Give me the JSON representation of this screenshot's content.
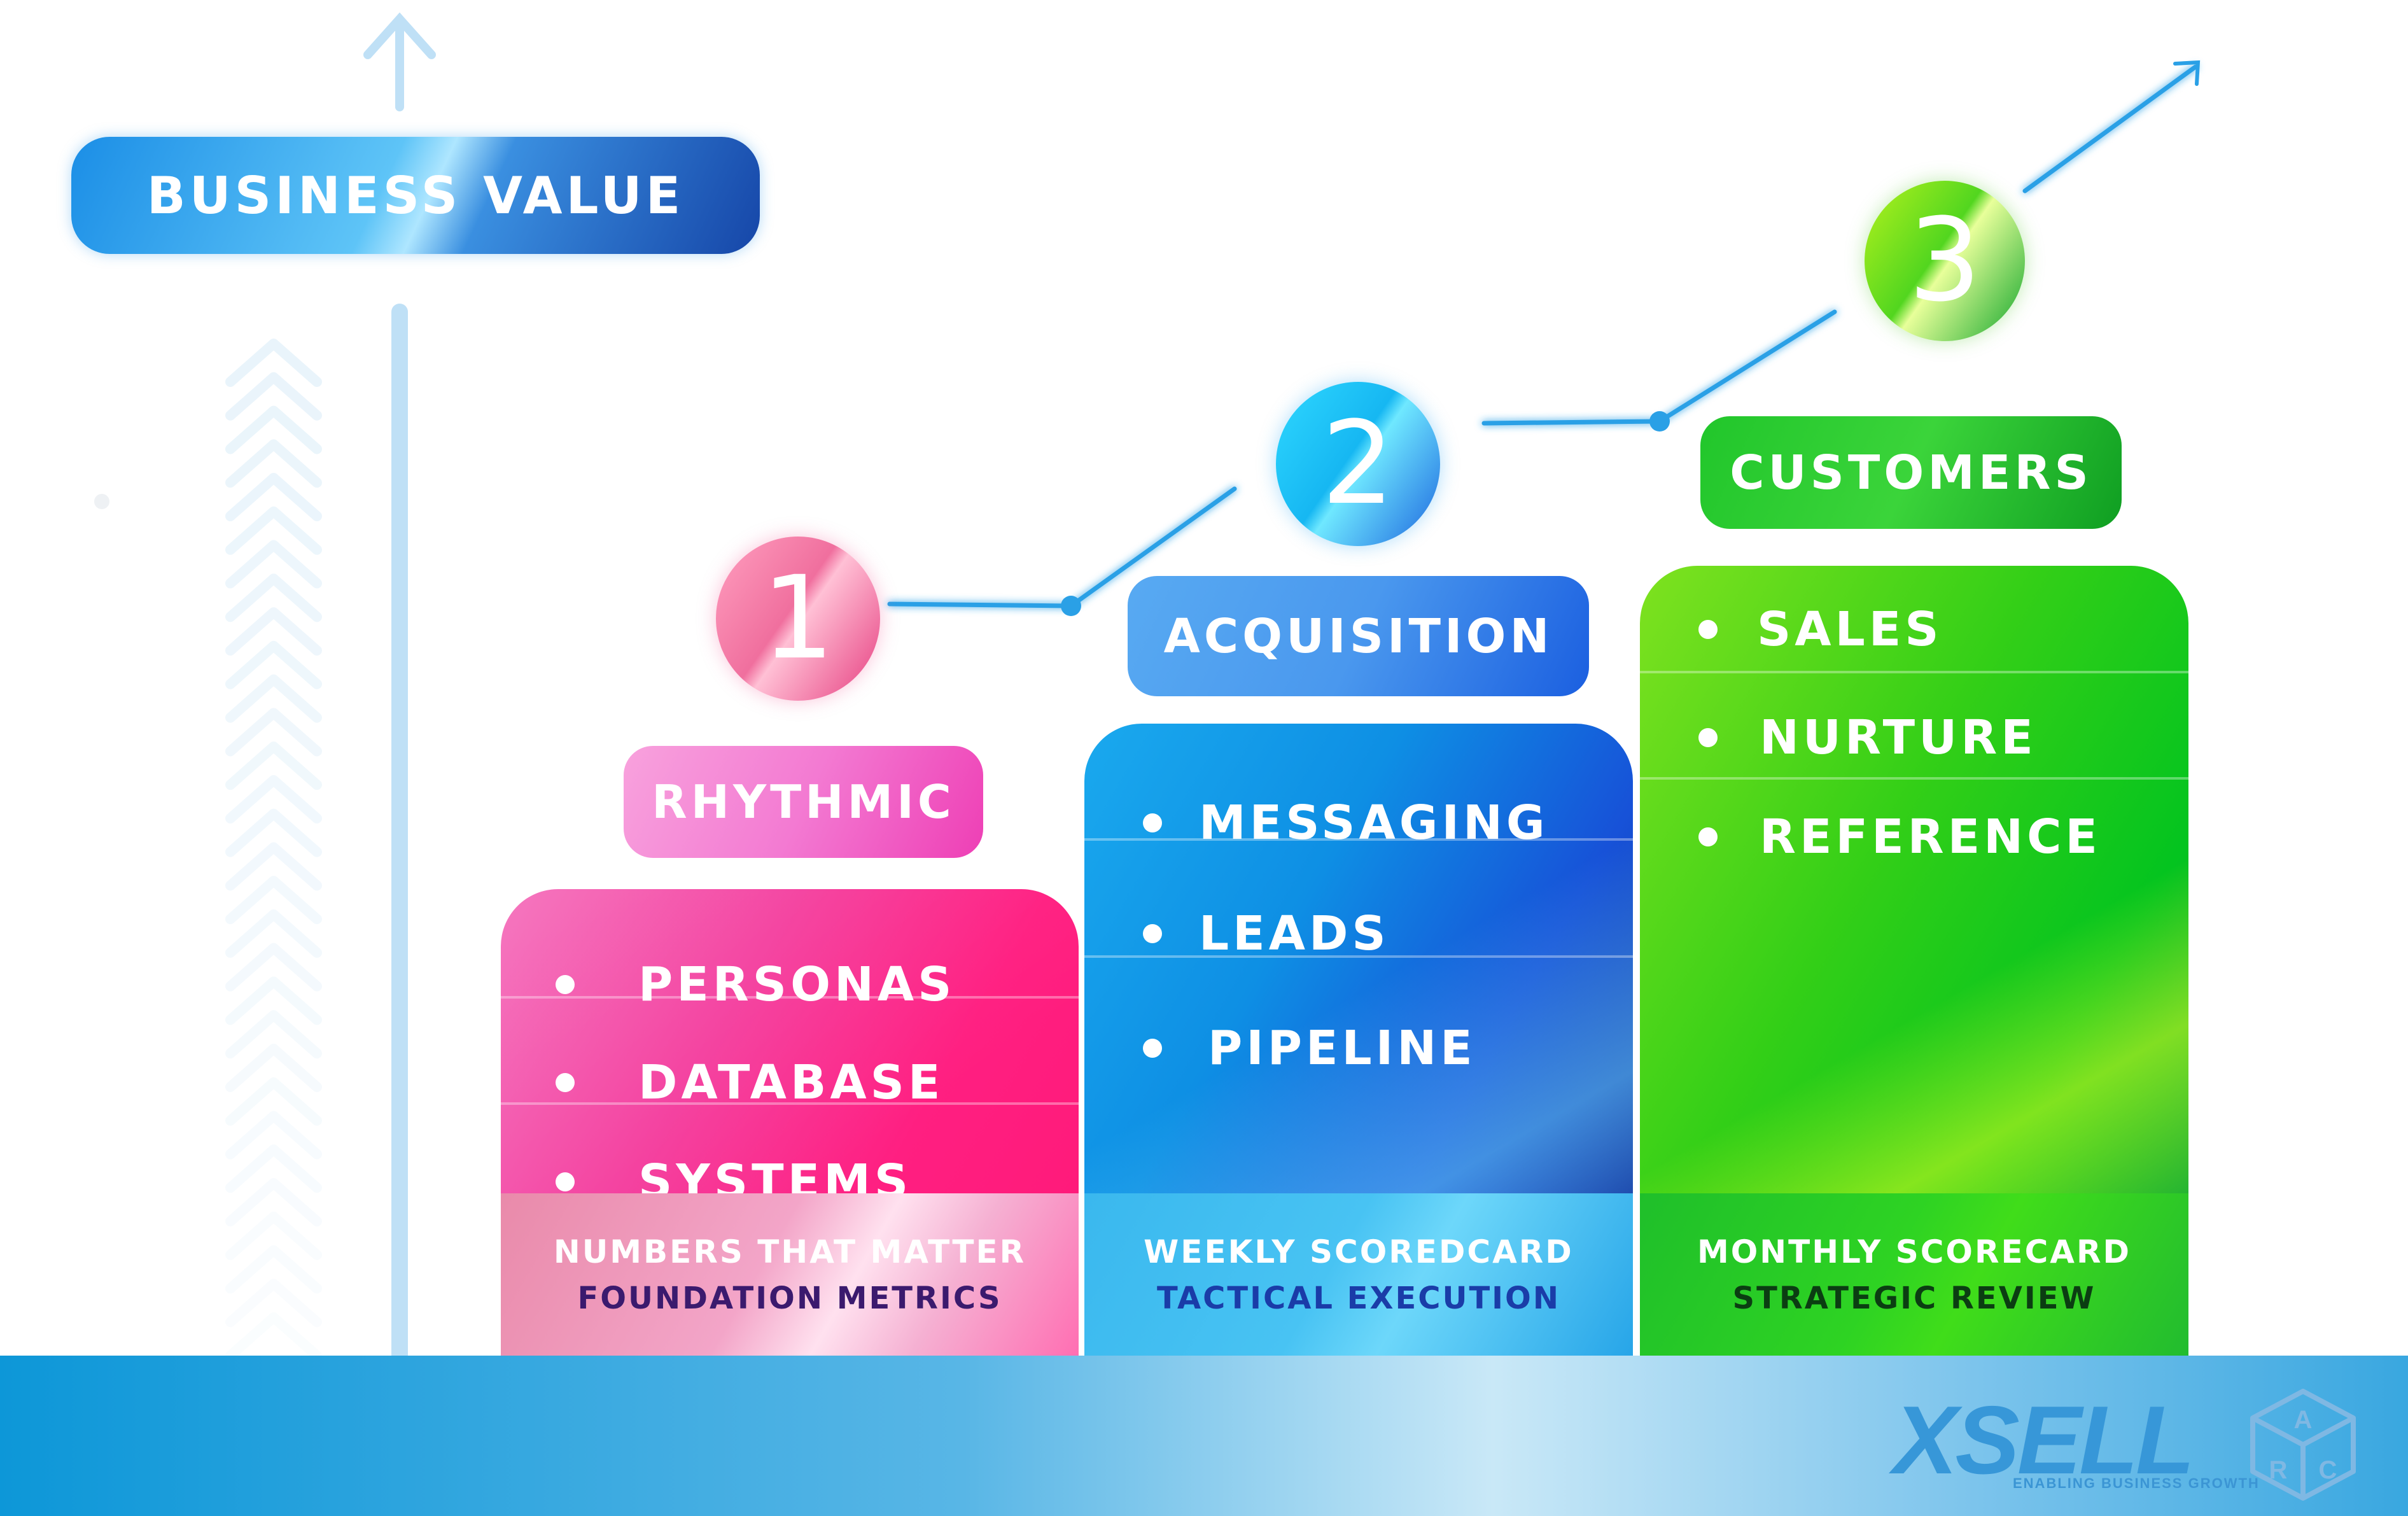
{
  "axis": {
    "label": "BUSINESS VALUE"
  },
  "steps": [
    {
      "number": "1",
      "title": "RHYTHMIC",
      "items": [
        "PERSONAS",
        "DATABASE",
        "SYSTEMS"
      ],
      "footer_title": "NUMBERS THAT MATTER",
      "footer_subtitle": "FOUNDATION METRICS",
      "color": "#ff1f81"
    },
    {
      "number": "2",
      "title": "ACQUISITION",
      "items": [
        "MESSAGING",
        "LEADS",
        "PIPELINE"
      ],
      "footer_title": "WEEKLY SCOREDCARD",
      "footer_subtitle": "TACTICAL EXECUTION",
      "color": "#1752d8"
    },
    {
      "number": "3",
      "title": "CUSTOMERS",
      "items": [
        "SALES",
        "NURTURE",
        "REFERENCE"
      ],
      "footer_title": "MONTHLY SCORECARD",
      "footer_subtitle": "STRATEGIC REVIEW",
      "color": "#04c41f"
    }
  ],
  "footer_subtitle_colors": [
    "#3b1a6e",
    "#1a3ca8",
    "#0b3d12"
  ],
  "logo": {
    "wordmark": "XSELL",
    "tagline": "ENABLING BUSINESS GROWTH",
    "badge_letters": [
      "A",
      "R",
      "C"
    ],
    "color": "#3797d8"
  },
  "icons": {
    "axis_arrow": "arrow-up-icon",
    "chevrons": "chevron-up-icon",
    "trend_arrow": "arrow-up-right-icon",
    "bullet": "bullet-dot-icon",
    "badge": "cube-icon"
  }
}
